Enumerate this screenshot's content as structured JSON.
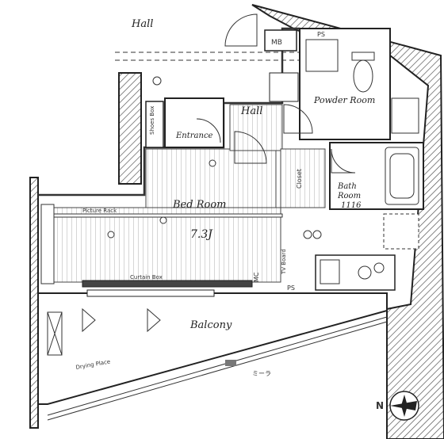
{
  "rooms": {
    "hall_outer": "Hall",
    "hall_inner": "Hall",
    "bed_room": "Bed Room",
    "bed_area": "7.3J",
    "balcony": "Balcony",
    "powder_room": "Powder Room",
    "bath_room": "Bath\nRoom",
    "bath_size": "1116",
    "entrance": "Entrance"
  },
  "labels": {
    "mb": "MB",
    "ps_top": "PS",
    "ps_mid": "PS",
    "shoe_box": "Shoes Box",
    "picture_rack": "Picture Rack",
    "curtain_box": "Curtain Box",
    "closet": "Closet",
    "mc": "MC",
    "tv_board": "TV Board",
    "drying_place": "Drying Place",
    "window_label": "ミーラ"
  },
  "north": "N",
  "colors": {
    "wall": "#222222",
    "hatch": "#555555",
    "floor": "#888888"
  }
}
